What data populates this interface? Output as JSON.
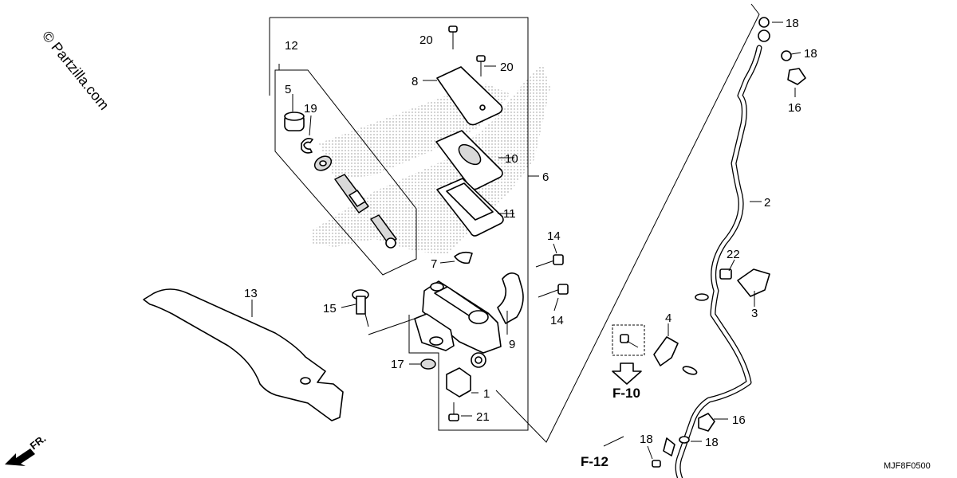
{
  "watermark": "© Partzilla.com",
  "diagram_code": "MJF8F0500",
  "direction_label": "FR.",
  "references": {
    "f10": "F-10",
    "f12": "F-12"
  },
  "labels": {
    "p1": "1",
    "p2": "2",
    "p3": "3",
    "p4": "4",
    "p5": "5",
    "p6": "6",
    "p7": "7",
    "p8": "8",
    "p9": "9",
    "p10": "10",
    "p11": "11",
    "p12": "12",
    "p13": "13",
    "p14a": "14",
    "p14b": "14",
    "p15": "15",
    "p16a": "16",
    "p16b": "16",
    "p17": "17",
    "p18a": "18",
    "p18b": "18",
    "p18c": "18",
    "p18d": "18",
    "p19": "19",
    "p20a": "20",
    "p20b": "20",
    "p21": "21",
    "p22": "22"
  }
}
